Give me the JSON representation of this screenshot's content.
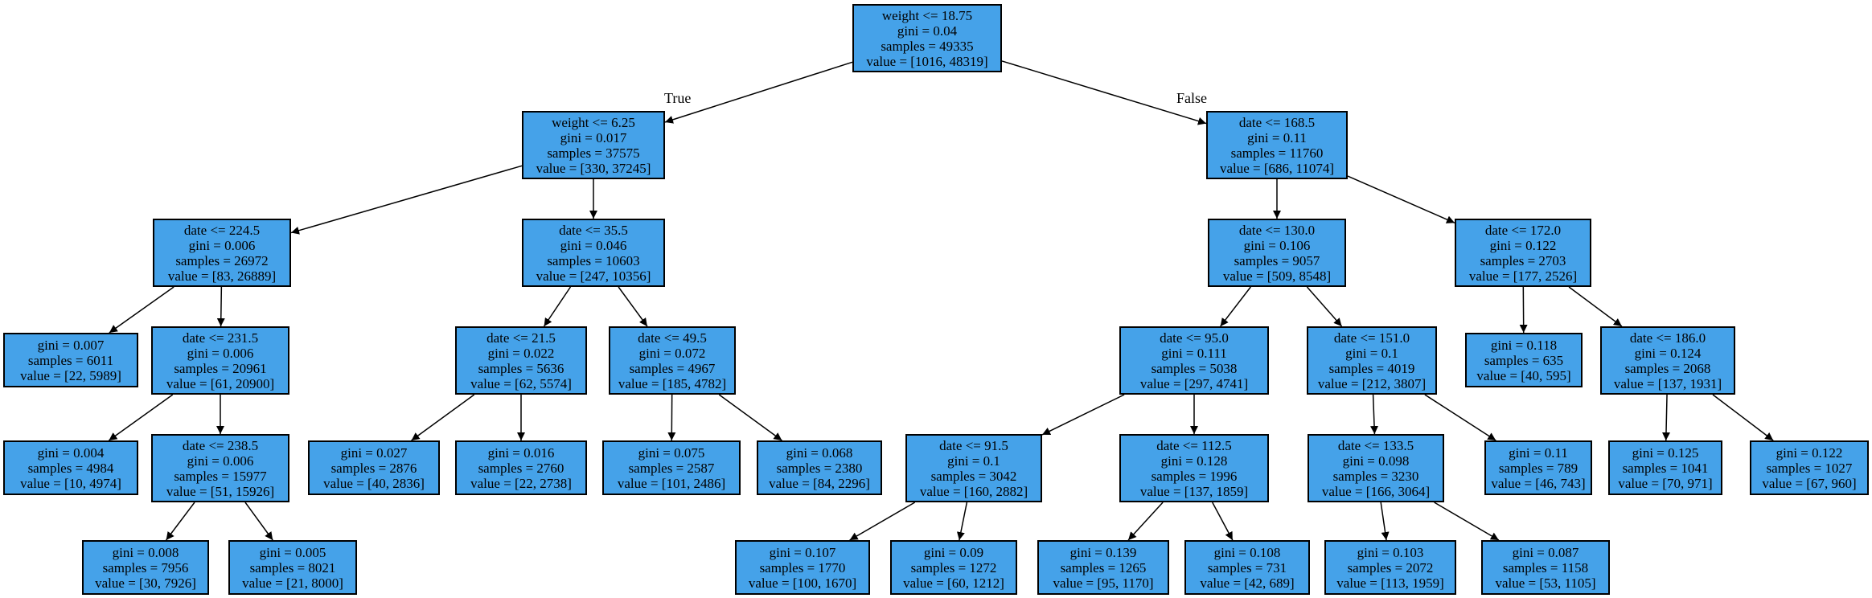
{
  "diagram": {
    "fill_color": "#45a2e9",
    "edge_labels": {
      "true_label": "True",
      "false_label": "False"
    },
    "nodes": [
      {
        "id": "n0",
        "lines": [
          "weight <= 18.75",
          "gini = 0.04",
          "samples = 49335",
          "value = [1016, 48319]"
        ]
      },
      {
        "id": "n1",
        "lines": [
          "weight <= 6.25",
          "gini = 0.017",
          "samples = 37575",
          "value = [330, 37245]"
        ]
      },
      {
        "id": "n2",
        "lines": [
          "date <= 168.5",
          "gini = 0.11",
          "samples = 11760",
          "value = [686, 11074]"
        ]
      },
      {
        "id": "n3",
        "lines": [
          "date <= 224.5",
          "gini = 0.006",
          "samples = 26972",
          "value = [83, 26889]"
        ]
      },
      {
        "id": "n4",
        "lines": [
          "date <= 35.5",
          "gini = 0.046",
          "samples = 10603",
          "value = [247, 10356]"
        ]
      },
      {
        "id": "n5",
        "lines": [
          "date <= 130.0",
          "gini = 0.106",
          "samples = 9057",
          "value = [509, 8548]"
        ]
      },
      {
        "id": "n6",
        "lines": [
          "date <= 172.0",
          "gini = 0.122",
          "samples = 2703",
          "value = [177, 2526]"
        ]
      },
      {
        "id": "n7",
        "lines": [
          "gini = 0.007",
          "samples = 6011",
          "value = [22, 5989]"
        ]
      },
      {
        "id": "n8",
        "lines": [
          "date <= 231.5",
          "gini = 0.006",
          "samples = 20961",
          "value = [61, 20900]"
        ]
      },
      {
        "id": "n9",
        "lines": [
          "date <= 21.5",
          "gini = 0.022",
          "samples = 5636",
          "value = [62, 5574]"
        ]
      },
      {
        "id": "n10",
        "lines": [
          "date <= 49.5",
          "gini = 0.072",
          "samples = 4967",
          "value = [185, 4782]"
        ]
      },
      {
        "id": "n11",
        "lines": [
          "date <= 95.0",
          "gini = 0.111",
          "samples = 5038",
          "value = [297, 4741]"
        ]
      },
      {
        "id": "n12",
        "lines": [
          "date <= 151.0",
          "gini = 0.1",
          "samples = 4019",
          "value = [212, 3807]"
        ]
      },
      {
        "id": "n13",
        "lines": [
          "gini = 0.118",
          "samples = 635",
          "value = [40, 595]"
        ]
      },
      {
        "id": "n14",
        "lines": [
          "date <= 186.0",
          "gini = 0.124",
          "samples = 2068",
          "value = [137, 1931]"
        ]
      },
      {
        "id": "n15",
        "lines": [
          "gini = 0.004",
          "samples = 4984",
          "value = [10, 4974]"
        ]
      },
      {
        "id": "n16",
        "lines": [
          "date <= 238.5",
          "gini = 0.006",
          "samples = 15977",
          "value = [51, 15926]"
        ]
      },
      {
        "id": "n17",
        "lines": [
          "gini = 0.027",
          "samples = 2876",
          "value = [40, 2836]"
        ]
      },
      {
        "id": "n18",
        "lines": [
          "gini = 0.016",
          "samples = 2760",
          "value = [22, 2738]"
        ]
      },
      {
        "id": "n19",
        "lines": [
          "gini = 0.075",
          "samples = 2587",
          "value = [101, 2486]"
        ]
      },
      {
        "id": "n20",
        "lines": [
          "gini = 0.068",
          "samples = 2380",
          "value = [84, 2296]"
        ]
      },
      {
        "id": "n21",
        "lines": [
          "date <= 91.5",
          "gini = 0.1",
          "samples = 3042",
          "value = [160, 2882]"
        ]
      },
      {
        "id": "n22",
        "lines": [
          "date <= 112.5",
          "gini = 0.128",
          "samples = 1996",
          "value = [137, 1859]"
        ]
      },
      {
        "id": "n23",
        "lines": [
          "date <= 133.5",
          "gini = 0.098",
          "samples = 3230",
          "value = [166, 3064]"
        ]
      },
      {
        "id": "n24",
        "lines": [
          "gini = 0.11",
          "samples = 789",
          "value = [46, 743]"
        ]
      },
      {
        "id": "n25",
        "lines": [
          "gini = 0.125",
          "samples = 1041",
          "value = [70, 971]"
        ]
      },
      {
        "id": "n26",
        "lines": [
          "gini = 0.122",
          "samples = 1027",
          "value = [67, 960]"
        ]
      },
      {
        "id": "n27",
        "lines": [
          "gini = 0.008",
          "samples = 7956",
          "value = [30, 7926]"
        ]
      },
      {
        "id": "n28",
        "lines": [
          "gini = 0.005",
          "samples = 8021",
          "value = [21, 8000]"
        ]
      },
      {
        "id": "n29",
        "lines": [
          "gini = 0.107",
          "samples = 1770",
          "value = [100, 1670]"
        ]
      },
      {
        "id": "n30",
        "lines": [
          "gini = 0.09",
          "samples = 1272",
          "value = [60, 1212]"
        ]
      },
      {
        "id": "n31",
        "lines": [
          "gini = 0.139",
          "samples = 1265",
          "value = [95, 1170]"
        ]
      },
      {
        "id": "n32",
        "lines": [
          "gini = 0.108",
          "samples = 731",
          "value = [42, 689]"
        ]
      },
      {
        "id": "n33",
        "lines": [
          "gini = 0.103",
          "samples = 2072",
          "value = [113, 1959]"
        ]
      },
      {
        "id": "n34",
        "lines": [
          "gini = 0.087",
          "samples = 1158",
          "value = [53, 1105]"
        ]
      }
    ],
    "edges": [
      [
        "n0",
        "n1"
      ],
      [
        "n0",
        "n2"
      ],
      [
        "n1",
        "n3"
      ],
      [
        "n1",
        "n4"
      ],
      [
        "n2",
        "n5"
      ],
      [
        "n2",
        "n6"
      ],
      [
        "n3",
        "n7"
      ],
      [
        "n3",
        "n8"
      ],
      [
        "n4",
        "n9"
      ],
      [
        "n4",
        "n10"
      ],
      [
        "n5",
        "n11"
      ],
      [
        "n5",
        "n12"
      ],
      [
        "n6",
        "n13"
      ],
      [
        "n6",
        "n14"
      ],
      [
        "n8",
        "n15"
      ],
      [
        "n8",
        "n16"
      ],
      [
        "n9",
        "n17"
      ],
      [
        "n9",
        "n18"
      ],
      [
        "n10",
        "n19"
      ],
      [
        "n10",
        "n20"
      ],
      [
        "n11",
        "n21"
      ],
      [
        "n11",
        "n22"
      ],
      [
        "n12",
        "n23"
      ],
      [
        "n12",
        "n24"
      ],
      [
        "n14",
        "n25"
      ],
      [
        "n14",
        "n26"
      ],
      [
        "n16",
        "n27"
      ],
      [
        "n16",
        "n28"
      ],
      [
        "n21",
        "n29"
      ],
      [
        "n21",
        "n30"
      ],
      [
        "n22",
        "n31"
      ],
      [
        "n22",
        "n32"
      ],
      [
        "n23",
        "n33"
      ],
      [
        "n23",
        "n34"
      ]
    ]
  }
}
